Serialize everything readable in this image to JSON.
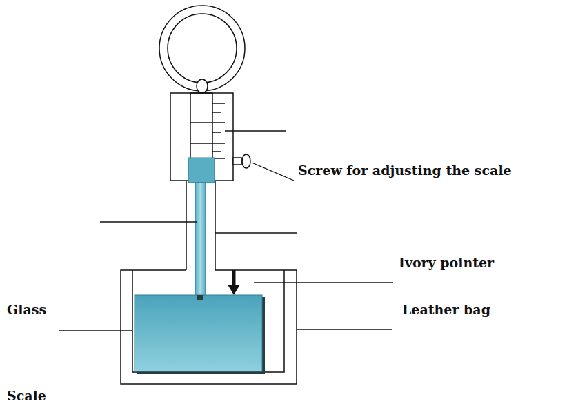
{
  "diagram": {
    "labels": [
      "Screw for adjusting the scale",
      "Ivory pointer",
      "Glass",
      "Leather bag",
      "Scale"
    ]
  }
}
